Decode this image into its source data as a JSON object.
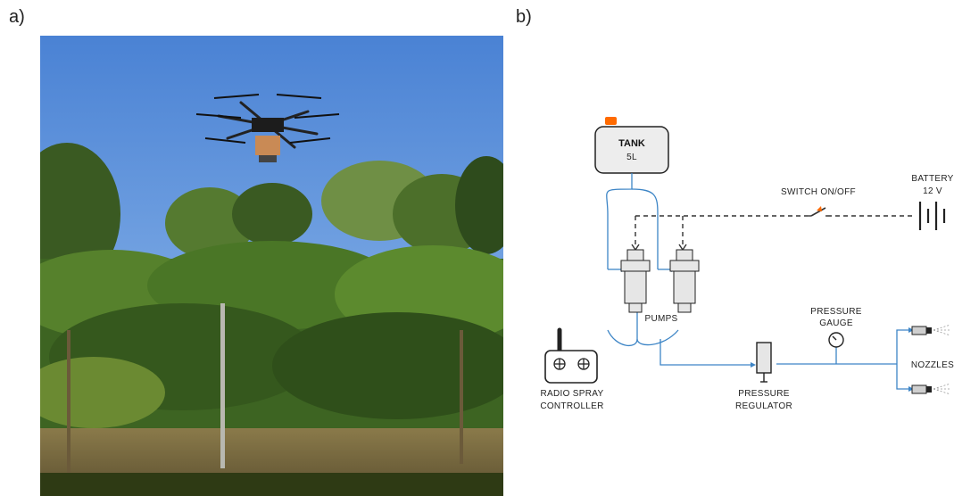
{
  "panels": {
    "a": {
      "label": "a)"
    },
    "b": {
      "label": "b)"
    }
  },
  "diagram": {
    "tank": {
      "title": "TANK",
      "capacity": "5L"
    },
    "battery": {
      "title": "BATTERY",
      "voltage": "12 V"
    },
    "switch_label": "SWITCH ON/OFF",
    "pumps_label": "PUMPS",
    "pressure_gauge": {
      "line1": "PRESSURE",
      "line2": "GAUGE"
    },
    "pressure_regulator": {
      "line1": "PRESSURE",
      "line2": "REGULATOR"
    },
    "nozzles_label": "NOZZLES",
    "radio_controller": {
      "line1": "RADIO SPRAY",
      "line2": "CONTROLLER"
    }
  },
  "colors": {
    "pipe": "#3d85c6",
    "wire": "#333333",
    "tank_cap": "#ff6a00",
    "sky_top": "#4f86d6",
    "sky_bottom": "#a9c8ee",
    "foliage": "#3f6a24"
  }
}
